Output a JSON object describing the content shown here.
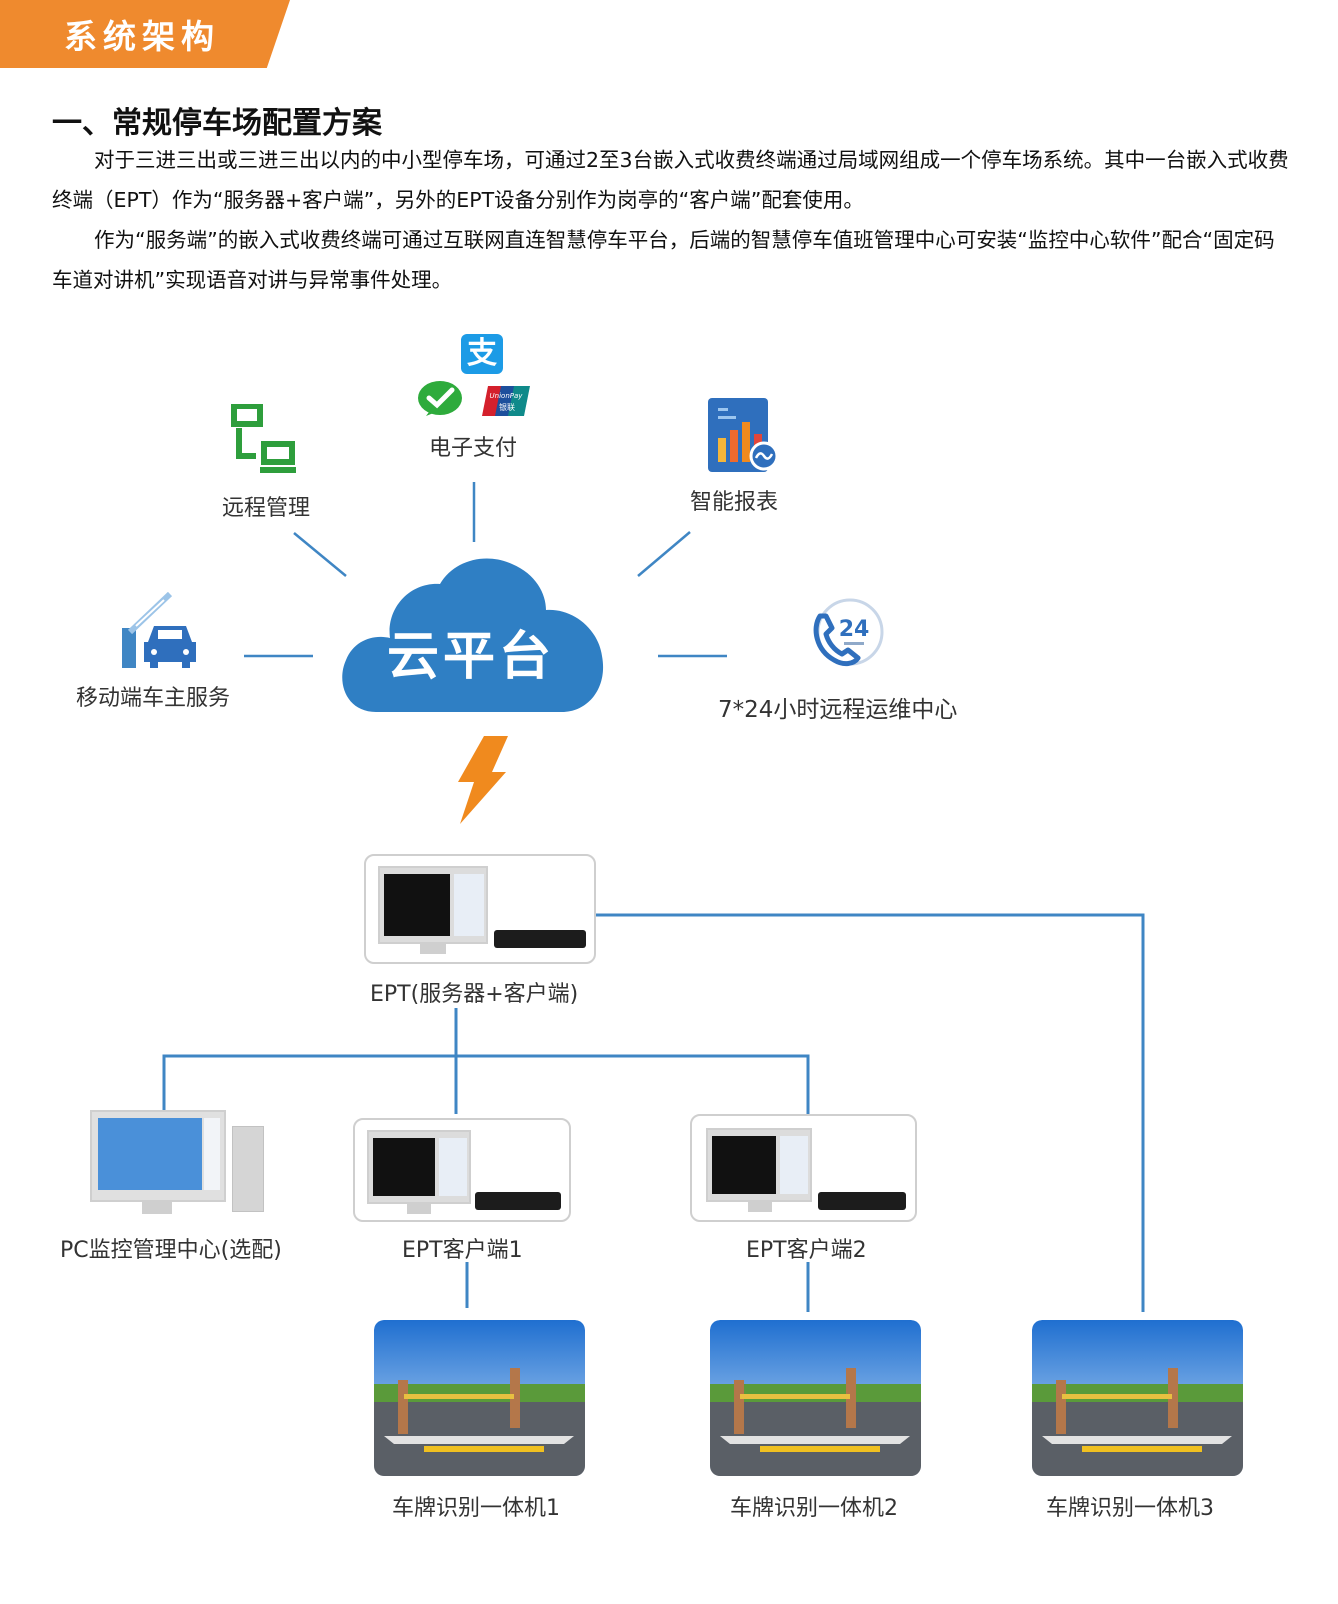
{
  "header": {
    "badge": "系统架构"
  },
  "section": {
    "heading": "一、常规停车场配置方案",
    "para1": "对于三进三出或三进三出以内的中小型停车场，可通过2至3台嵌入式收费终端通过局域网组成一个停车场系统。其中一台嵌入式收费终端（EPT）作为“服务器+客户端”，另外的EPT设备分别作为岗亭的“客户端”配套使用。",
    "para2": "作为“服务端”的嵌入式收费终端可通过互联网直连智慧停车平台，后端的智慧停车值班管理中心可安装“监控中心软件”配合“固定码车道对讲机”实现语音对讲与异常事件处理。"
  },
  "diagram": {
    "cloud": "云平台",
    "payment_badge": "支",
    "unionpay_text": "UnionPay",
    "unionpay_cn": "银联",
    "support_number": "24",
    "services": {
      "remote": "远程管理",
      "payment": "电子支付",
      "report": "智能报表",
      "mobile": "移动端车主服务",
      "ops": "7*24小时远程运维中心"
    },
    "nodes": {
      "server": "EPT(服务器+客户端)",
      "pc": "PC监控管理中心(选配)",
      "client1": "EPT客户端1",
      "client2": "EPT客户端2",
      "cam1": "车牌识别一体机1",
      "cam2": "车牌识别一体机2",
      "cam3": "车牌识别一体机3"
    }
  },
  "colors": {
    "accent": "#ef8a2e",
    "cloud": "#2f7fc4",
    "line": "#3f86c4",
    "green": "#2e9e3c",
    "bolt": "#f08a1e"
  }
}
